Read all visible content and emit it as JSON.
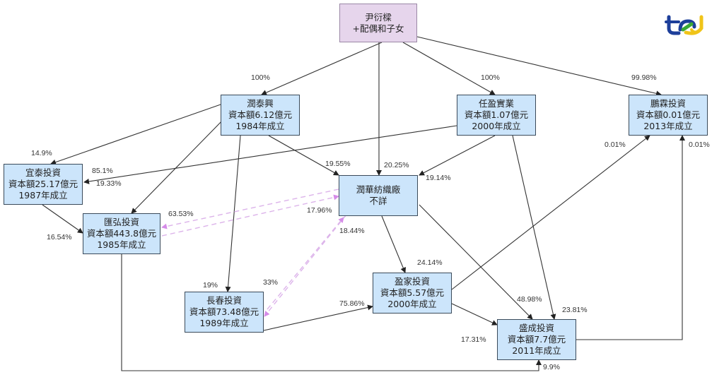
{
  "diagram": {
    "title": "尹衍樑家族持股結構",
    "nodes": [
      {
        "id": "root",
        "lines": [
          "尹衍樑",
          "+配偶和子女"
        ]
      },
      {
        "id": "runtaixing",
        "lines": [
          "潤泰興",
          "資本額6.12億元",
          "1984年成立"
        ]
      },
      {
        "id": "renying",
        "lines": [
          "任盈實業",
          "資本額1.07億元",
          "2000年成立"
        ]
      },
      {
        "id": "pengling",
        "lines": [
          "鵬霖投資",
          "資本額0.01億元",
          "2013年成立"
        ]
      },
      {
        "id": "yitai",
        "lines": [
          "宜泰投資",
          "資本額25.17億元",
          "1987年成立"
        ]
      },
      {
        "id": "runhua",
        "lines": [
          "潤華紡織廠",
          "不詳"
        ]
      },
      {
        "id": "huihong",
        "lines": [
          "匯弘投資",
          "資本額443.8億元",
          "1985年成立"
        ]
      },
      {
        "id": "changchun",
        "lines": [
          "長春投資",
          "資本額73.48億元",
          "1989年成立"
        ]
      },
      {
        "id": "yingjia",
        "lines": [
          "盈家投資",
          "資本額5.57億元",
          "2000年成立"
        ]
      },
      {
        "id": "shengcheng",
        "lines": [
          "盛成投資",
          "資本額7.7億元",
          "2011年成立"
        ]
      }
    ],
    "edges": [
      {
        "from": "root",
        "to": "runtaixing",
        "pct": "100%",
        "style": "solid"
      },
      {
        "from": "root",
        "to": "runhua",
        "pct": "20.25%",
        "style": "solid"
      },
      {
        "from": "root",
        "to": "renying",
        "pct": "100%",
        "style": "solid"
      },
      {
        "from": "root",
        "to": "pengling",
        "pct": "99.98%",
        "style": "solid"
      },
      {
        "from": "runtaixing",
        "to": "yitai",
        "pct": "14.9%",
        "style": "solid"
      },
      {
        "from": "renying",
        "to": "yitai",
        "pct": "85.1%",
        "style": "solid"
      },
      {
        "from": "runtaixing",
        "to": "huihong",
        "pct": "19.33%",
        "style": "solid"
      },
      {
        "from": "yitai",
        "to": "huihong",
        "pct": "16.54%",
        "style": "solid"
      },
      {
        "from": "runtaixing",
        "to": "runhua",
        "pct": "19.55%",
        "style": "solid"
      },
      {
        "from": "renying",
        "to": "runhua",
        "pct": "19.14%",
        "style": "solid"
      },
      {
        "from": "runtaixing",
        "to": "changchun",
        "pct": "19%",
        "style": "solid"
      },
      {
        "from": "runhua",
        "to": "huihong",
        "pct": "63.53%",
        "style": "dashed"
      },
      {
        "from": "huihong",
        "to": "runhua",
        "pct": "17.96%",
        "style": "dashed"
      },
      {
        "from": "changchun",
        "to": "runhua",
        "pct": "18.44%",
        "style": "dashed"
      },
      {
        "from": "runhua",
        "to": "changchun",
        "pct": "33%",
        "style": "dashed"
      },
      {
        "from": "runhua",
        "to": "yingjia",
        "pct": "24.14%",
        "style": "solid"
      },
      {
        "from": "changchun",
        "to": "yingjia",
        "pct": "75.86%",
        "style": "solid"
      },
      {
        "from": "runhua",
        "to": "shengcheng",
        "pct": "48.98%",
        "style": "solid"
      },
      {
        "from": "renying",
        "to": "shengcheng",
        "pct": "23.81%",
        "style": "solid"
      },
      {
        "from": "yingjia",
        "to": "shengcheng",
        "pct": "17.31%",
        "style": "solid"
      },
      {
        "from": "huihong",
        "to": "shengcheng",
        "pct": "9.9%",
        "style": "solid"
      },
      {
        "from": "yingjia",
        "to": "pengling",
        "pct": "0.01%",
        "style": "solid"
      },
      {
        "from": "shengcheng",
        "to": "pengling",
        "pct": "0.01%",
        "style": "solid"
      }
    ]
  },
  "colors": {
    "node_fill": "#cce5fb",
    "root_fill": "#e6d5ec",
    "edge": "#333333",
    "dashed_edge": "#d7a6e6",
    "logo_blue": "#1d3f9a",
    "logo_yellow": "#f0c419",
    "logo_green": "#3aa935"
  },
  "logo": {
    "name": "tvbs-style-logo"
  }
}
